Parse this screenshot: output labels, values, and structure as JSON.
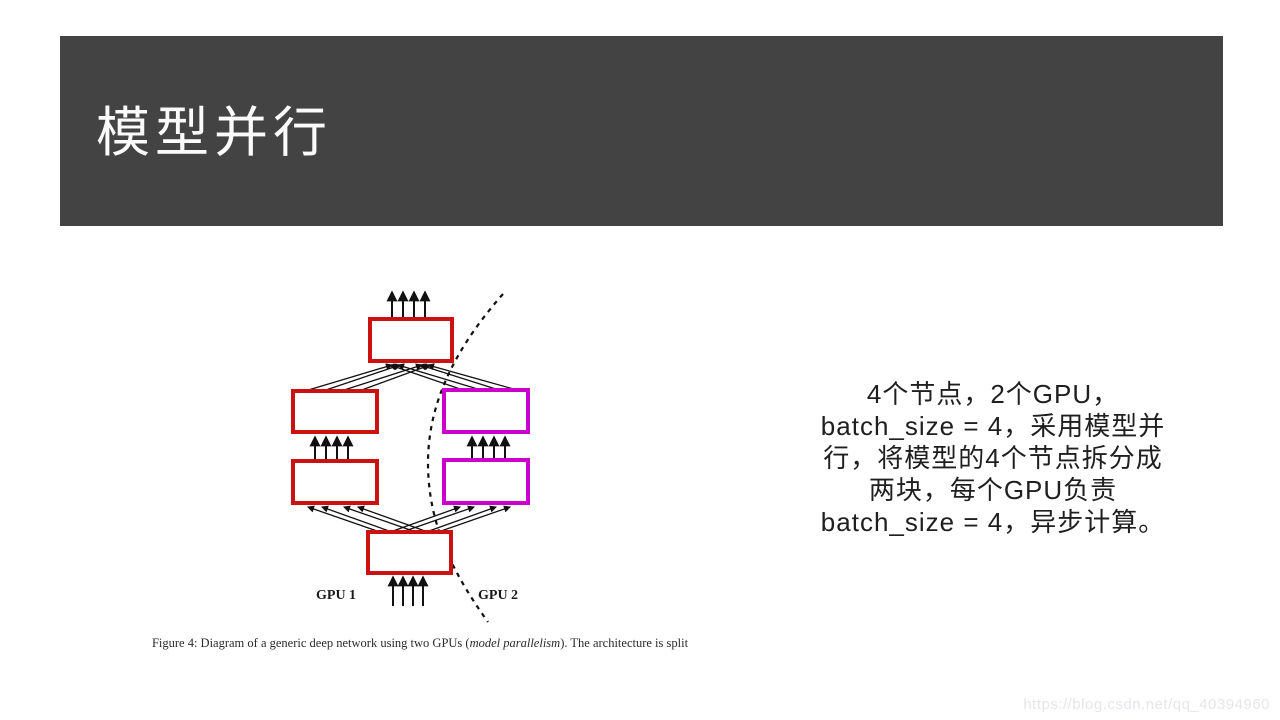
{
  "slide": {
    "title": "模型并行"
  },
  "figure": {
    "gpu1_label": "GPU 1",
    "gpu2_label": "GPU 2",
    "caption_prefix": "Figure 4: Diagram of a generic deep network using two GPUs (",
    "caption_italic": "model parallelism",
    "caption_suffix": "). The architecture is split"
  },
  "note": {
    "lines": [
      "4个节点，2个GPU，",
      "batch_size = 4，采用模型并",
      "行，将模型的4个节点拆分成",
      "两块，每个GPU负责",
      "batch_size = 4，异步计算。"
    ]
  },
  "watermark": {
    "url": "https://blog.csdn.net/qq_40394960"
  },
  "colors": {
    "title_band": "#434343",
    "title_text": "#fbfbfb",
    "box_red": "#cc1111",
    "box_magenta": "#cc00cc",
    "diagram_line": "#111111",
    "note_text": "#1f1f1f",
    "watermark_text": "#e6e6ea"
  }
}
